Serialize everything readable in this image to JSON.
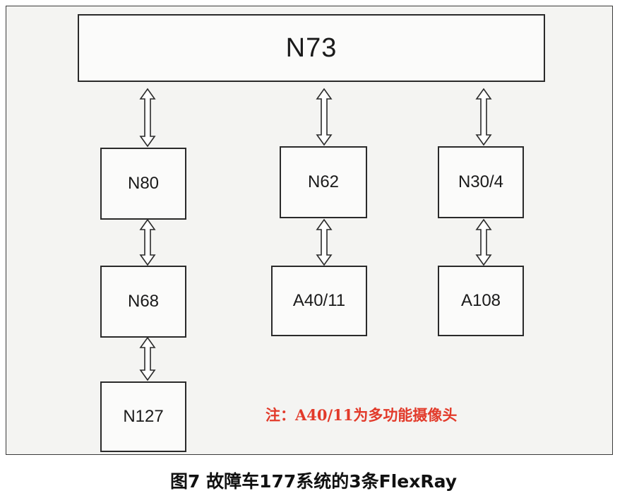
{
  "diagram": {
    "nodes": {
      "n73": "N73",
      "n80": "N80",
      "n68": "N68",
      "n127": "N127",
      "n62": "N62",
      "a40": "A40/11",
      "n30": "N30/4",
      "a108": "A108"
    },
    "edges": [
      {
        "from": "N73",
        "to": "N80",
        "type": "bidirectional"
      },
      {
        "from": "N80",
        "to": "N68",
        "type": "bidirectional"
      },
      {
        "from": "N68",
        "to": "N127",
        "type": "bidirectional"
      },
      {
        "from": "N73",
        "to": "N62",
        "type": "bidirectional"
      },
      {
        "from": "N62",
        "to": "A40/11",
        "type": "bidirectional"
      },
      {
        "from": "N73",
        "to": "N30/4",
        "type": "bidirectional"
      },
      {
        "from": "N30/4",
        "to": "A108",
        "type": "bidirectional"
      }
    ],
    "note": "注：A40/11为多功能摄像头",
    "caption": "图7 故障车177系统的3条FlexRay"
  },
  "colors": {
    "note": "#e23a2a",
    "stroke": "#2a2a2a",
    "background": "#f4f4f2"
  }
}
